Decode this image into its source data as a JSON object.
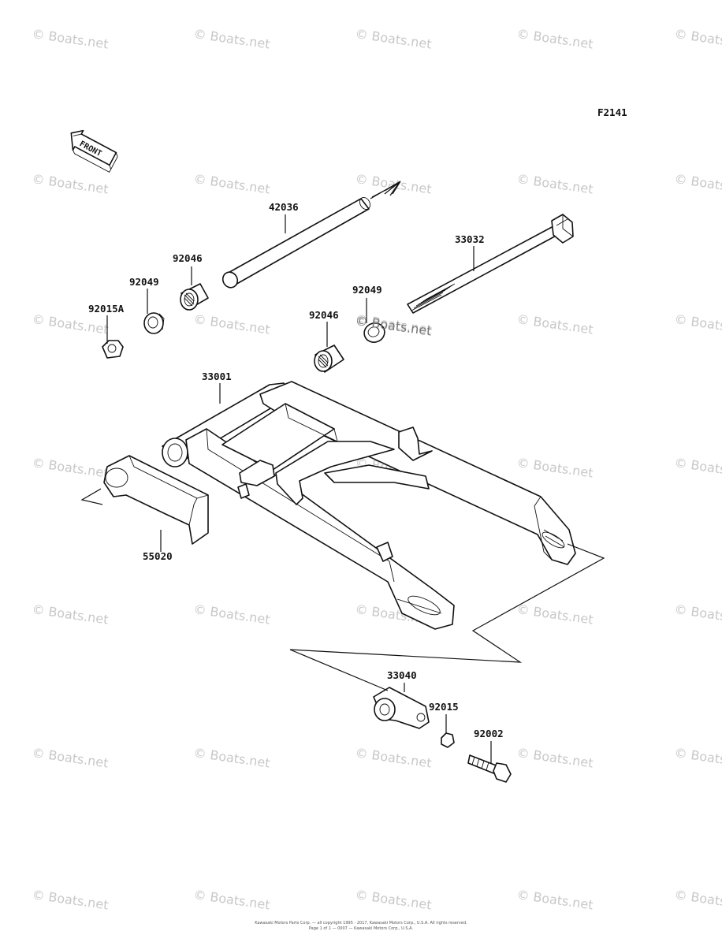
{
  "figure_code": "F2141",
  "front_arrow_label": "FRONT",
  "watermark_text": "© Boats.net",
  "parts": [
    {
      "number": "42036"
    },
    {
      "number": "33032"
    },
    {
      "number": "92046"
    },
    {
      "number": "92049"
    },
    {
      "number": "92015A"
    },
    {
      "number": "92049"
    },
    {
      "number": "92046"
    },
    {
      "number": "33001"
    },
    {
      "number": "55020"
    },
    {
      "number": "33040"
    },
    {
      "number": "92015"
    },
    {
      "number": "92002"
    }
  ],
  "footer": {
    "line1": "Kawasaki Motors Parts Corp. — all copyright 1995 - 2017, Kawasaki Motors Corp., U.S.A. All rights reserved.",
    "line2": "Page 1 of 1 — 0007 — Kawasaki Motors Corp., U.S.A."
  }
}
